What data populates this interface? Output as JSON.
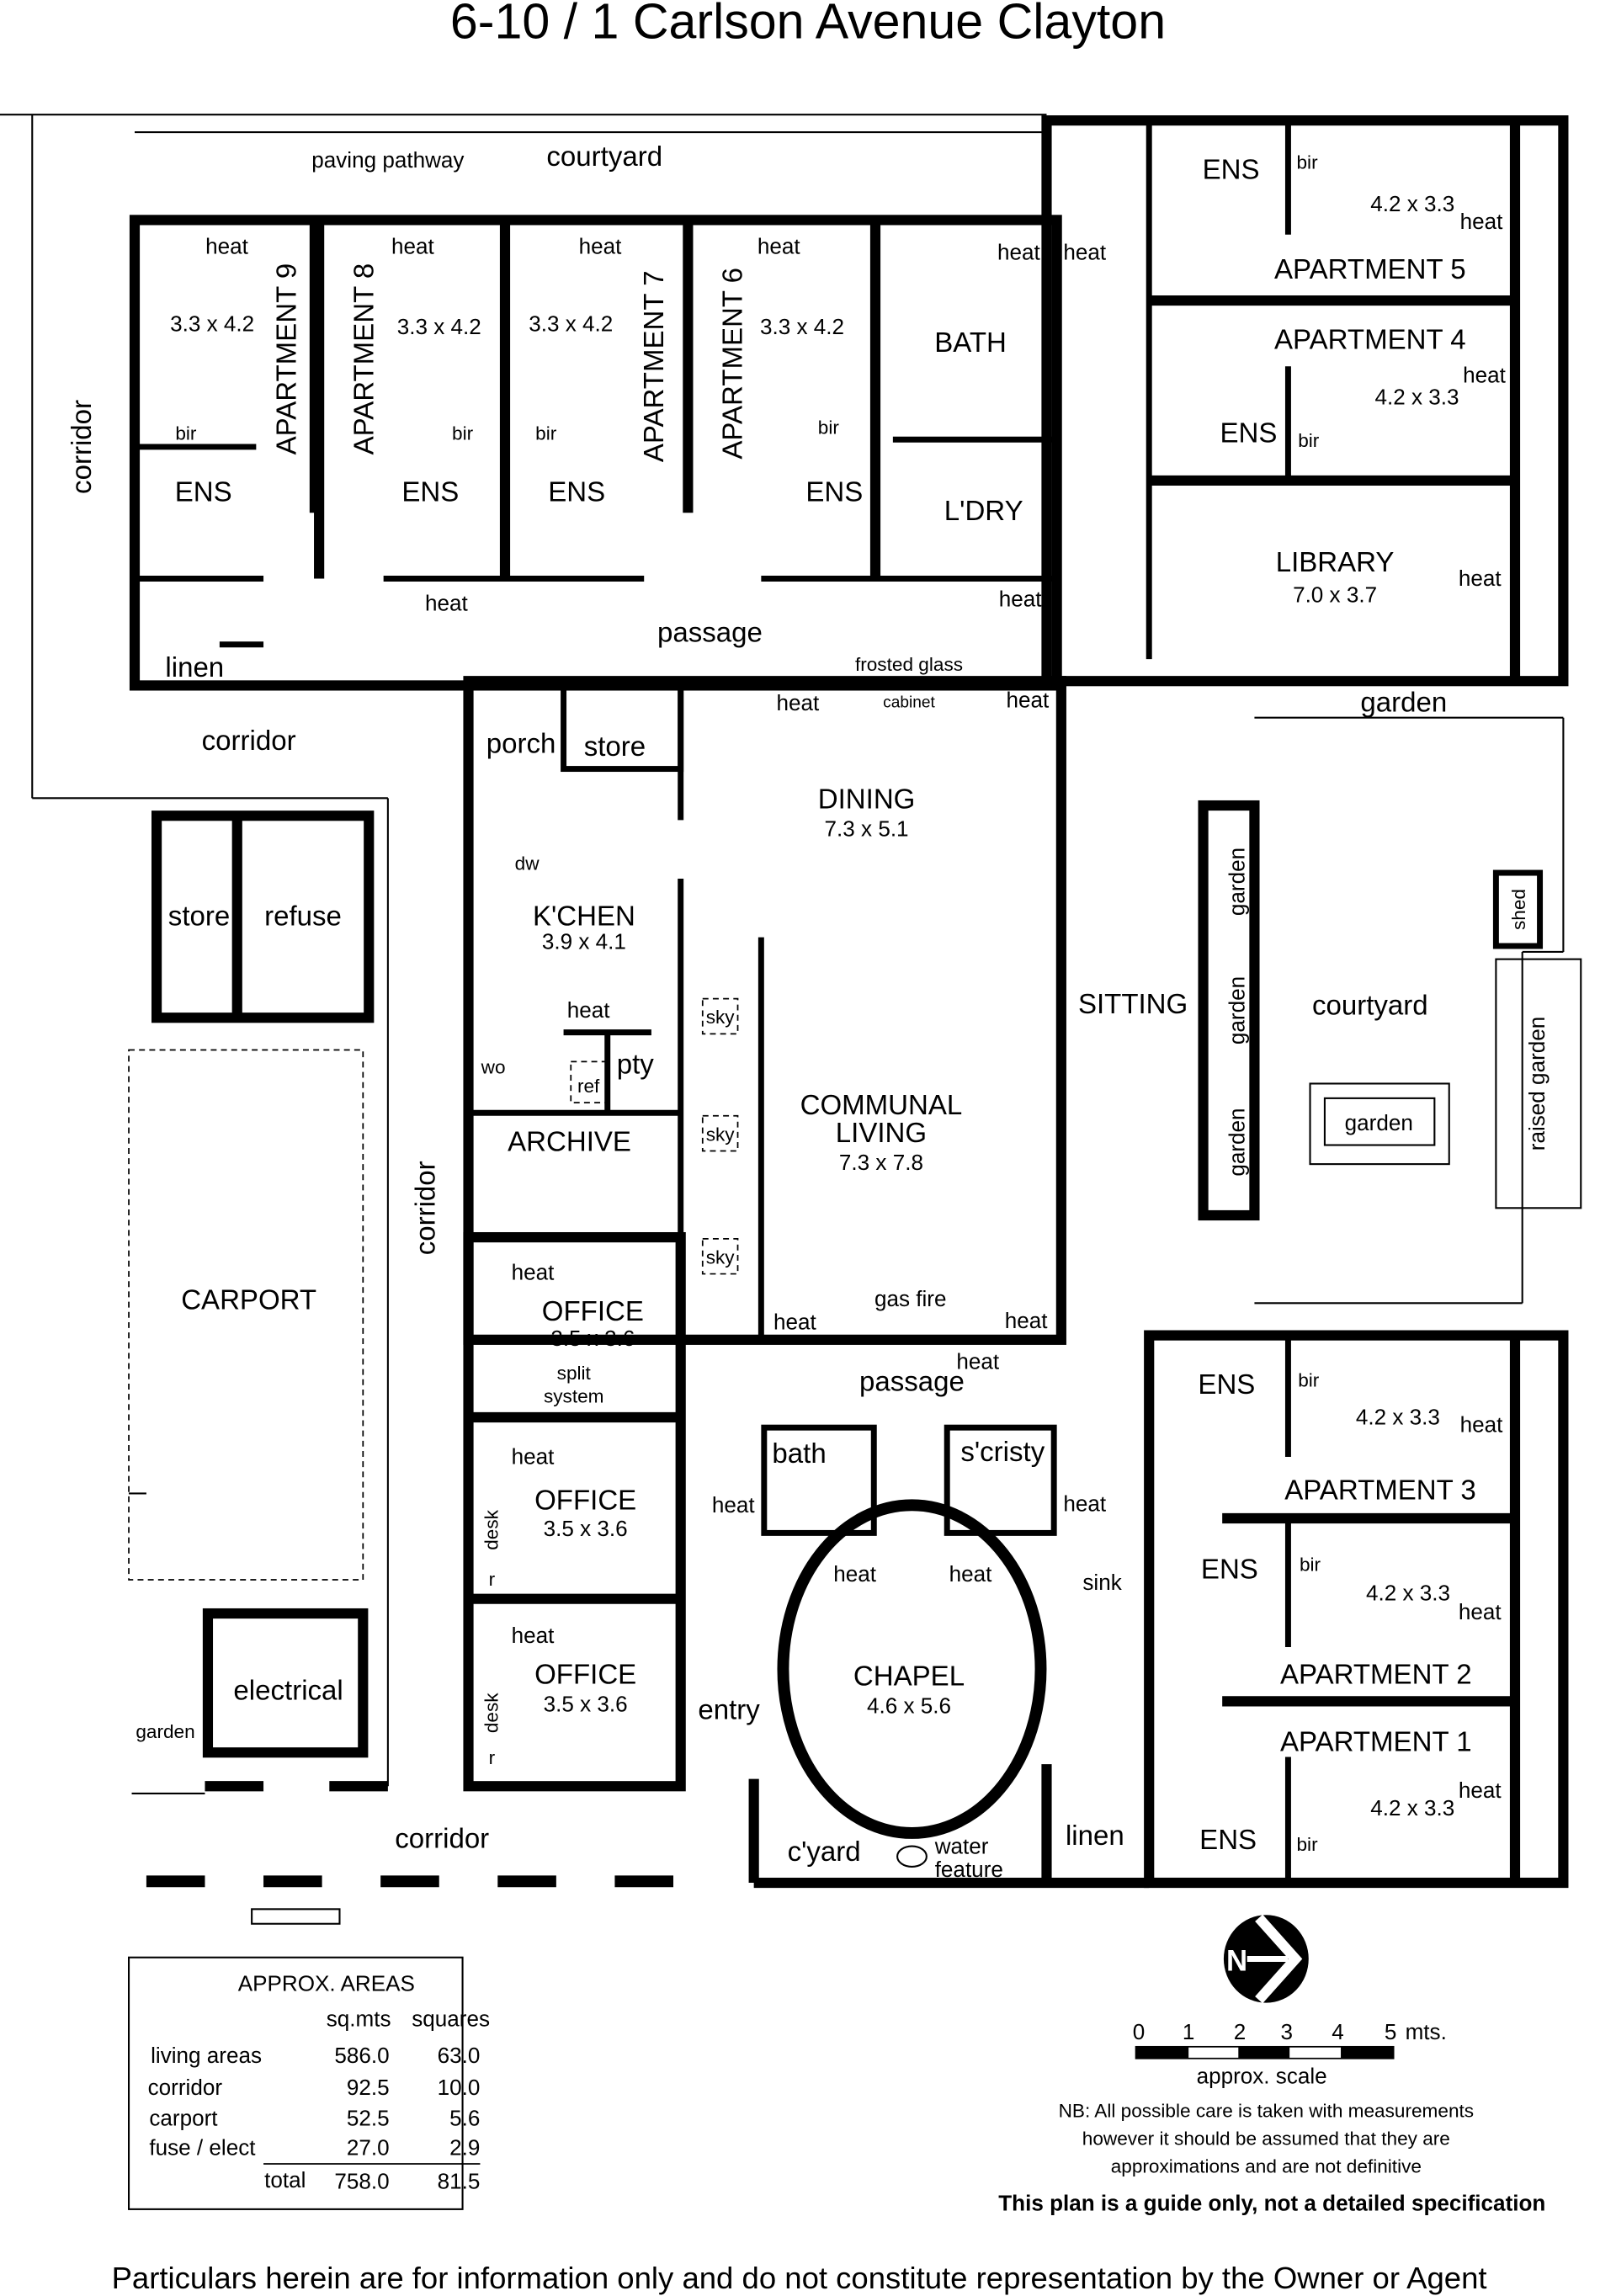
{
  "title": "6-10 / 1 Carlson Avenue Clayton",
  "footer": "Particulars herein are for information only and do not constitute representation by the Owner or Agent",
  "rooms": {
    "paving_pathway": "paving pathway",
    "courtyard_top": "courtyard",
    "corridor_left": "corridor",
    "apt9": "APARTMENT 9",
    "apt9_dim": "3.3 x 4.2",
    "apt8": "APARTMENT 8",
    "apt8_dim": "3.3 x 4.2",
    "apt7": "APARTMENT 7",
    "apt7_dim": "3.3 x 4.2",
    "apt6": "APARTMENT 6",
    "apt6_dim": "3.3 x 4.2",
    "bath": "BATH",
    "laundry": "L'DRY",
    "apt5": "APARTMENT 5",
    "apt5_dim": "4.2 x 3.3",
    "apt4": "APARTMENT 4",
    "apt4_dim": "4.2 x 3.3",
    "library": "LIBRARY",
    "library_dim": "7.0 x 3.7",
    "ens": "ENS",
    "bir": "bir",
    "heat": "heat",
    "linen": "linen",
    "passage_top": "passage",
    "frosted_glass": "frosted glass",
    "cabinet": "cabinet",
    "garden": "garden",
    "corridor_mid": "corridor",
    "porch": "porch",
    "store": "store",
    "refuse": "refuse",
    "dining": "DINING",
    "dining_dim": "7.3 x 5.1",
    "kitchen": "K'CHEN",
    "kitchen_dim": "3.9 x 4.1",
    "dw": "dw",
    "wo": "wo",
    "ref": "ref",
    "pty": "pty",
    "sky": "sky",
    "sitting": "SITTING",
    "courtyard_right": "courtyard",
    "shed": "shed",
    "raised_garden": "raised garden",
    "archive": "ARCHIVE",
    "communal": "COMMUNAL",
    "living": "LIVING",
    "communal_dim": "7.3 x 7.8",
    "carport": "CARPORT",
    "corridor_vertical": "corridor",
    "office": "OFFICE",
    "office_dim": "3.5 x 3.6",
    "split": "split",
    "system": "system",
    "gas_fire": "gas fire",
    "passage_bottom": "passage",
    "bath_small": "bath",
    "sacristy": "s'cristy",
    "desk": "desk",
    "r": "r",
    "apt3": "APARTMENT 3",
    "apt3_dim": "4.2 x 3.3",
    "apt2": "APARTMENT 2",
    "apt2_dim": "4.2 x 3.3",
    "apt1": "APARTMENT 1",
    "apt1_dim": "4.2 x 3.3",
    "sink": "sink",
    "chapel": "CHAPEL",
    "chapel_dim": "4.6 x 5.6",
    "electrical": "electrical",
    "garden_small": "garden",
    "entry": "entry",
    "cyard": "c'yard",
    "water": "water",
    "feature": "feature",
    "corridor_bottom": "corridor"
  },
  "areas": {
    "title": "APPROX. AREAS",
    "col1": "sq.mts",
    "col2": "squares",
    "rows": [
      {
        "label": "living areas",
        "sqm": "586.0",
        "sq": "63.0"
      },
      {
        "label": "corridor",
        "sqm": "92.5",
        "sq": "10.0"
      },
      {
        "label": "carport",
        "sqm": "52.5",
        "sq": "5.6"
      },
      {
        "label": "fuse / elect",
        "sqm": "27.0",
        "sq": "2.9"
      }
    ],
    "total_label": "total",
    "total_sqm": "758.0",
    "total_sq": "81.5"
  },
  "legend": {
    "north": "N",
    "scale_ticks": [
      "0",
      "1",
      "2",
      "3",
      "4",
      "5"
    ],
    "scale_unit": "mts.",
    "scale_label": "approx. scale",
    "nb1": "NB:  All possible care is taken with measurements",
    "nb2": "however it should be assumed that they are",
    "nb3": "approximations and are not definitive",
    "guide": "This plan is a guide only, not a detailed specification"
  }
}
